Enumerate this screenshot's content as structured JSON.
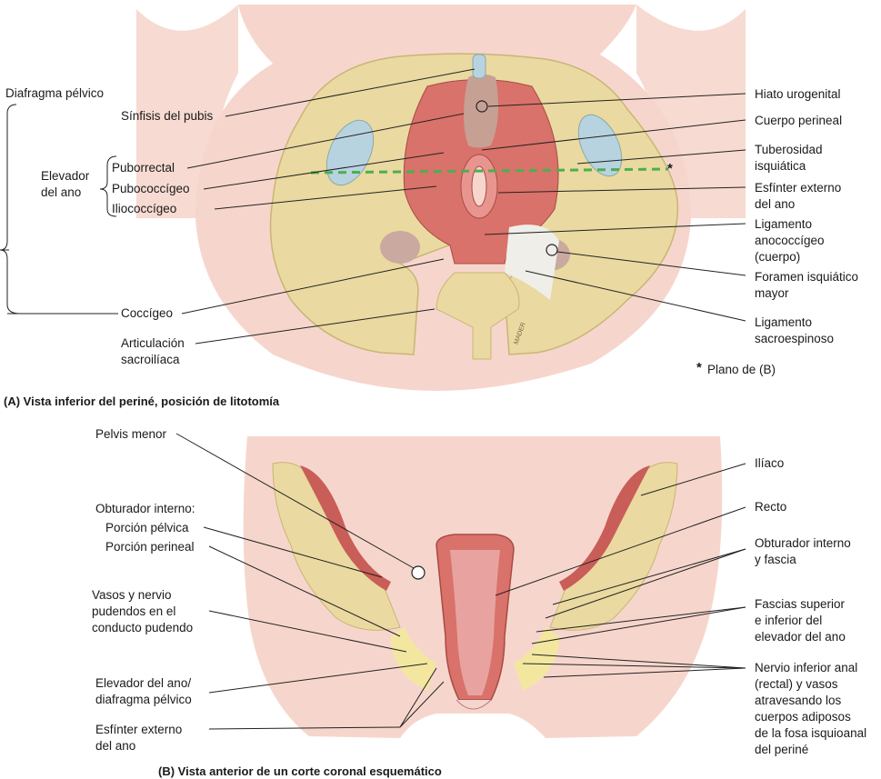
{
  "panelA": {
    "caption": "(A) Vista inferior del periné, posición de litotomía",
    "left_labels": {
      "diafragma": "Diafragma pélvico",
      "sinfisis": "Sínfisis del pubis",
      "elevador": "Elevador\ndel ano",
      "puborrectal": "Puborrectal",
      "pubococcigeo": "Pubococcígeo",
      "iliococcigeo": "Iliococcígeo",
      "coccigeo": "Coccígeo",
      "articulacion": "Articulación\nsacroilíaca"
    },
    "right_labels": {
      "hiato": "Hiato urogenital",
      "cuerpo": "Cuerpo perineal",
      "tuberosidad": "Tuberosidad\nisquiática",
      "esfinter": "Esfínter externo\ndel ano",
      "ligamento_ano": "Ligamento\nanococcígeo\n(cuerpo)",
      "foramen": "Foramen isquiático\nmayor",
      "ligamento_sacro": "Ligamento\nsacroespinoso"
    },
    "plano_star": "*",
    "plano": "Plano de (B)",
    "artist": "MADER"
  },
  "panelB": {
    "caption": "(B) Vista anterior de un corte coronal esquemático",
    "left_labels": {
      "pelvis": "Pelvis menor",
      "obturador_int": "Obturador interno:",
      "porcion_pelvica": "Porción pélvica",
      "porcion_perineal": "Porción perineal",
      "vasos": "Vasos y nervio\npudendos en el\nconducto pudendo",
      "elevador": "Elevador del ano/\ndiafragma pélvico",
      "esfinter": "Esfínter externo\ndel ano"
    },
    "right_labels": {
      "iliaco": "Ilíaco",
      "recto": "Recto",
      "obturador": "Obturador interno\ny fascia",
      "fascias": "Fascias superior\ne inferior del\nelevador del ano",
      "nervio": "Nervio inferior anal\n(rectal) y vasos\natravesando los\ncuerpos adiposos\nde la fosa isquioanal\ndel periné"
    }
  },
  "colors": {
    "skin": "#f6d6cc",
    "bone": "#ead9a0",
    "muscle": "#d9726a",
    "fat": "#f3e7a0",
    "guide": "#4caf50"
  }
}
